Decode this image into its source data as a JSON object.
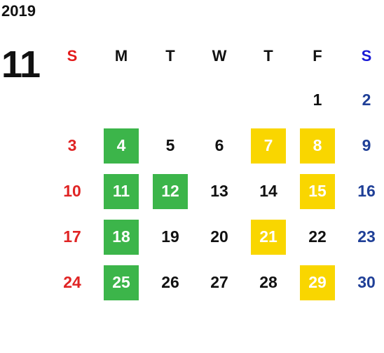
{
  "calendar": {
    "year": "2019",
    "month": "11",
    "weekdays": [
      "S",
      "M",
      "T",
      "W",
      "T",
      "F",
      "S"
    ],
    "weeks": [
      [
        {
          "d": ""
        },
        {
          "d": ""
        },
        {
          "d": ""
        },
        {
          "d": ""
        },
        {
          "d": ""
        },
        {
          "d": "1"
        },
        {
          "d": "2"
        }
      ],
      [
        {
          "d": "3"
        },
        {
          "d": "4",
          "hl": "green"
        },
        {
          "d": "5"
        },
        {
          "d": "6"
        },
        {
          "d": "7",
          "hl": "yellow"
        },
        {
          "d": "8",
          "hl": "yellow"
        },
        {
          "d": "9"
        }
      ],
      [
        {
          "d": "10"
        },
        {
          "d": "11",
          "hl": "green"
        },
        {
          "d": "12",
          "hl": "green"
        },
        {
          "d": "13"
        },
        {
          "d": "14"
        },
        {
          "d": "15",
          "hl": "yellow"
        },
        {
          "d": "16"
        }
      ],
      [
        {
          "d": "17"
        },
        {
          "d": "18",
          "hl": "green"
        },
        {
          "d": "19"
        },
        {
          "d": "20"
        },
        {
          "d": "21",
          "hl": "yellow"
        },
        {
          "d": "22"
        },
        {
          "d": "23"
        }
      ],
      [
        {
          "d": "24"
        },
        {
          "d": "25",
          "hl": "green"
        },
        {
          "d": "26"
        },
        {
          "d": "27"
        },
        {
          "d": "28"
        },
        {
          "d": "29",
          "hl": "yellow"
        },
        {
          "d": "30"
        }
      ]
    ]
  },
  "colors": {
    "sunday": "#e02424",
    "saturday_header": "#1a1ad6",
    "saturday_dates": "#1f3f97",
    "highlight_green": "#3cb54a",
    "highlight_yellow": "#f9d600"
  }
}
